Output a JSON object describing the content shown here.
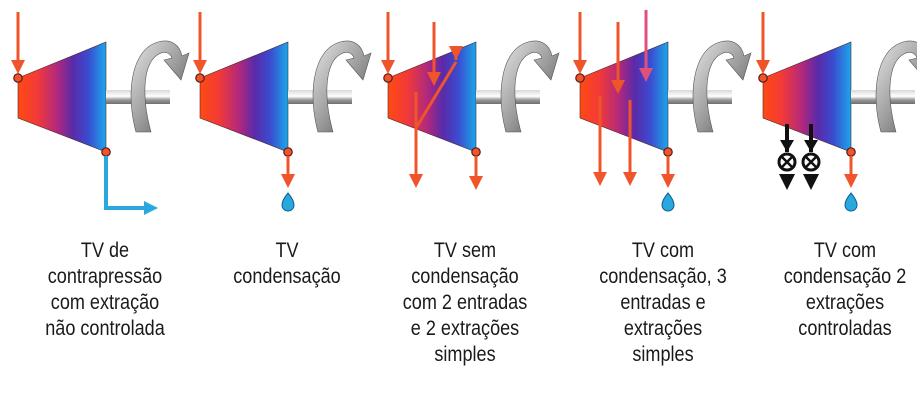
{
  "colors": {
    "steam": "#f0542a",
    "inlet_pink": "#e0507c",
    "exhaust_blue": "#29a8e0",
    "controlled_valve": "#111111",
    "rotor_shaft": "#9a9a9a",
    "turbine_gradient": [
      "#ff4a12",
      "#d8307a",
      "#6a2aa8",
      "#3b3fcf",
      "#1c9ee6"
    ]
  },
  "turbines": [
    {
      "name": "TV de contrapressão com extração não controlada",
      "caption_lines": [
        "TV de",
        "contrapressão",
        "com extração",
        "não controlada"
      ],
      "inlets": 1,
      "internal_extractions": 0,
      "controlled_extractions": 0,
      "exhaust": "backpressure-elbow"
    },
    {
      "name": "TV condensação",
      "caption_lines": [
        "TV",
        "condensação"
      ],
      "inlets": 1,
      "internal_extractions": 0,
      "controlled_extractions": 0,
      "exhaust": "condensate-drop"
    },
    {
      "name": "TV sem condensação com 2 entradas e 2 extrações simples",
      "caption_lines": [
        "TV sem",
        "condensação",
        "com 2 entradas",
        "e 2 extrações",
        "simples"
      ],
      "inlets": 2,
      "internal_extractions": 2,
      "controlled_extractions": 0,
      "exhaust": "arrow"
    },
    {
      "name": "TV com condensação, 3 entradas e extrações simples",
      "caption_lines": [
        "TV com",
        "condensação, 3",
        "entradas e",
        "extrações",
        "simples"
      ],
      "inlets": 3,
      "internal_extractions": 2,
      "controlled_extractions": 0,
      "exhaust": "condensate-drop"
    },
    {
      "name": "TV com condensação 2 extrações controladas",
      "caption_lines": [
        "TV com",
        "condensação 2",
        "extrações",
        "controladas"
      ],
      "inlets": 1,
      "internal_extractions": 0,
      "controlled_extractions": 2,
      "exhaust": "condensate-drop"
    }
  ]
}
